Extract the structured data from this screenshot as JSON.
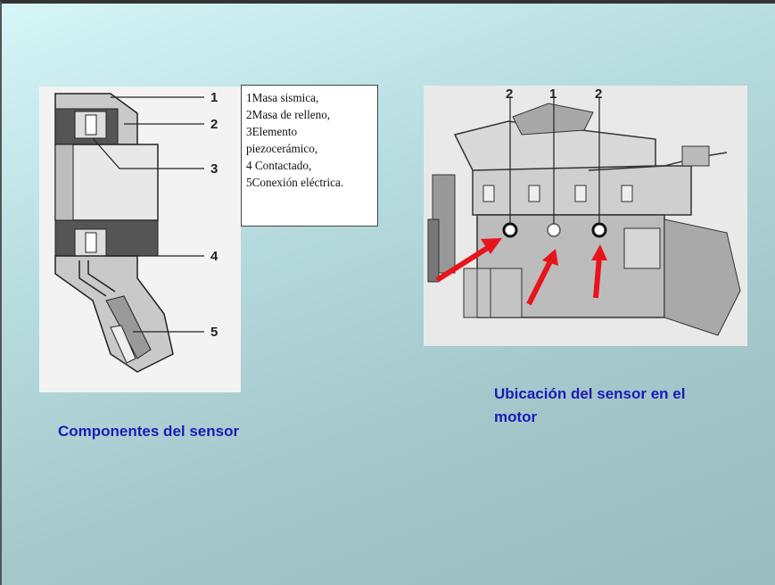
{
  "left_figure": {
    "callouts": [
      "1",
      "2",
      "3",
      "4",
      "5"
    ]
  },
  "legend": {
    "lines": [
      "1Masa sismica,",
      "2Masa de relleno,",
      "3Elemento",
      "piezocerámico,",
      "4 Contactado,",
      "5Conexión eléctrica."
    ]
  },
  "right_figure": {
    "callouts": [
      "2",
      "1",
      "2"
    ],
    "arrow_color": "#e8141c"
  },
  "captions": {
    "left": "Componentes del sensor",
    "right": "Ubicación del sensor en el motor"
  }
}
